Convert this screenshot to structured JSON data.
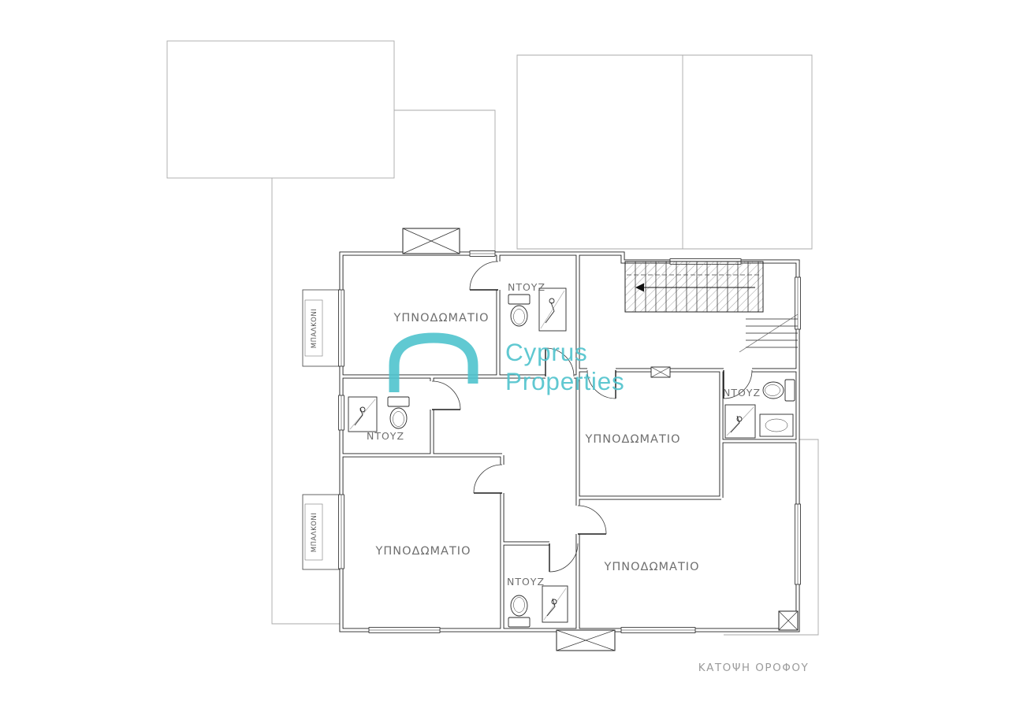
{
  "page": {
    "background": "#ffffff"
  },
  "plan": {
    "title": "ΚΑΤΟΨΗ ΟΡΟΦΟΥ",
    "labels": {
      "bedroom": "ΥΠΝΟΔΩΜΑΤΙΟ",
      "shower_room": "ΝΤΟΥΖ",
      "balcony": "ΜΠΑΛΚΟΝΙ"
    },
    "rooms": [
      {
        "name": "bedroom-top-left",
        "label": "ΥΠΝΟΔΩΜΑΤΙΟ"
      },
      {
        "name": "shower-top",
        "label": "ΝΤΟΥΖ"
      },
      {
        "name": "bedroom-middle-right",
        "label": "ΥΠΝΟΔΩΜΑΤΙΟ"
      },
      {
        "name": "shower-right",
        "label": "ΝΤΟΥΖ"
      },
      {
        "name": "shower-left",
        "label": "ΝΤΟΥΖ"
      },
      {
        "name": "bedroom-bottom-left",
        "label": "ΥΠΝΟΔΩΜΑΤΙΟ"
      },
      {
        "name": "shower-bottom",
        "label": "ΝΤΟΥΖ"
      },
      {
        "name": "bedroom-bottom-right",
        "label": "ΥΠΝΟΔΩΜΑΤΙΟ"
      },
      {
        "name": "balcony-top",
        "label": "ΜΠΑΛΚΟΝΙ"
      },
      {
        "name": "balcony-bottom",
        "label": "ΜΠΑΛΚΟΝΙ"
      }
    ]
  },
  "watermark": {
    "icon": "arch-icon",
    "line1": "Cyprus",
    "line2": "Properties",
    "color": "#4fc3cd"
  }
}
